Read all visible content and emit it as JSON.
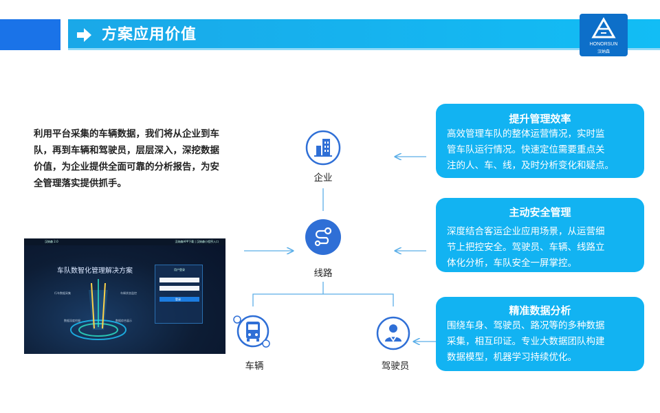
{
  "header": {
    "title": "方案应用价值"
  },
  "logo": {
    "text": "HONORSUN",
    "sub": "汉纳森"
  },
  "intro": {
    "text": "利用平台采集的车辆数据，我们将从企业到车队，再到车辆和驾驶员，层层深入，深挖数据价值，为企业提供全面可靠的分析报告，为安全管理落实提供抓手。"
  },
  "screenshot": {
    "brand": "汉纳森 2.0",
    "topright": "汉纳森APP下载 | 汉纳森小程序入口",
    "title": "车队数智化管理解决方案",
    "login_title": "用户登录",
    "login_btn": "登录",
    "labels": [
      "行车数据采集",
      "车辆状态监控",
      "数据深度挖掘",
      "数据综合展示"
    ]
  },
  "nodes": {
    "enterprise": "企业",
    "route": "线路",
    "vehicle": "车辆",
    "driver": "驾驶员"
  },
  "cards": [
    {
      "title": "提升管理效率",
      "lines": [
        "高效管理车队的整体运营情况，实时监",
        "管车队运行情况。快速定位需要重点关",
        "注的人、车、线，及时分析变化和疑点。"
      ]
    },
    {
      "title": "主动安全管理",
      "lines": [
        "深度结合客运企业应用场景，从运营细",
        "节上把控安全。驾驶员、车辆、线路立",
        "体化分析，车队安全一屏掌控。"
      ]
    },
    {
      "title": "精准数据分析",
      "lines": [
        "围绕车身、驾驶员、路况等的多种数据",
        "采集，相互印证。专业大数据团队构建",
        "数据模型，机器学习持续优化。"
      ]
    }
  ],
  "colors": {
    "accent": "#12b3f2",
    "header_dark": "#1a73e8",
    "icon_blue": "#2f6fd6"
  }
}
